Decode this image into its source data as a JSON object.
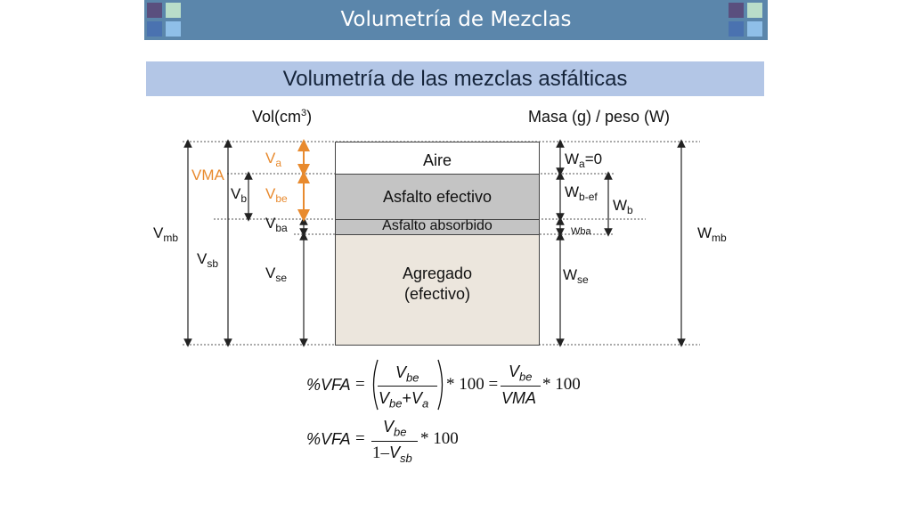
{
  "header": {
    "title": "Volumetría de Mezclas",
    "colors": [
      "#5a4f7e",
      "#b9ddc9",
      "#4a72b0",
      "#8fbfe8"
    ]
  },
  "subtitle": "Volumetría de las mezclas asfálticas",
  "diagram": {
    "vol_header": {
      "text": "Vol(cm",
      "sup": "3",
      "tail": ")"
    },
    "mass_header": "Masa (g) / peso (W)",
    "layers": {
      "aire": "Aire",
      "asfalto_efectivo": "Asfalto efectivo",
      "asfalto_absorbido": "Asfalto absorbido",
      "agregado_line1": "Agregado",
      "agregado_line2": "(efectivo)"
    },
    "left_labels": {
      "vma": "VMA",
      "va": {
        "main": "V",
        "sub": "a"
      },
      "vbe": {
        "main": "V",
        "sub": "be"
      },
      "vb": {
        "main": "V",
        "sub": "b"
      },
      "vba": {
        "main": "V",
        "sub": "ba"
      },
      "vmb": {
        "main": "V",
        "sub": "mb"
      },
      "vsb": {
        "main": "V",
        "sub": "sb"
      },
      "vse": {
        "main": "V",
        "sub": "se"
      }
    },
    "right_labels": {
      "wa": {
        "main": "W",
        "sub": "a",
        "tail": "=0"
      },
      "wbef": {
        "main": "W",
        "sub": "b-ef"
      },
      "wb": {
        "main": "W",
        "sub": "b"
      },
      "wba": "Wba",
      "wse": {
        "main": "W",
        "sub": "se"
      },
      "wmb": {
        "main": "W",
        "sub": "mb"
      }
    },
    "colors": {
      "accent": "#e88a2e",
      "aire": "#ffffff",
      "asfalto": "#c4c4c4",
      "agregado": "#ece6dd"
    }
  },
  "formulas": {
    "f1": {
      "lhs": "%VFA",
      "eq": "=",
      "num": {
        "main": "V",
        "sub": "be"
      },
      "den_a": {
        "main": "V",
        "sub": "be"
      },
      "plus": "+",
      "den_b": {
        "main": "V",
        "sub": "a"
      },
      "mult": "* 100 =",
      "num2": {
        "main": "V",
        "sub": "be"
      },
      "den2": "VMA",
      "mult2": "* 100"
    },
    "f2": {
      "lhs": "%VFA",
      "eq": "=",
      "num": {
        "main": "V",
        "sub": "be"
      },
      "den_one": "1",
      "minus": "–",
      "den_v": {
        "main": "V",
        "sub": "sb"
      },
      "mult": "* 100"
    }
  }
}
